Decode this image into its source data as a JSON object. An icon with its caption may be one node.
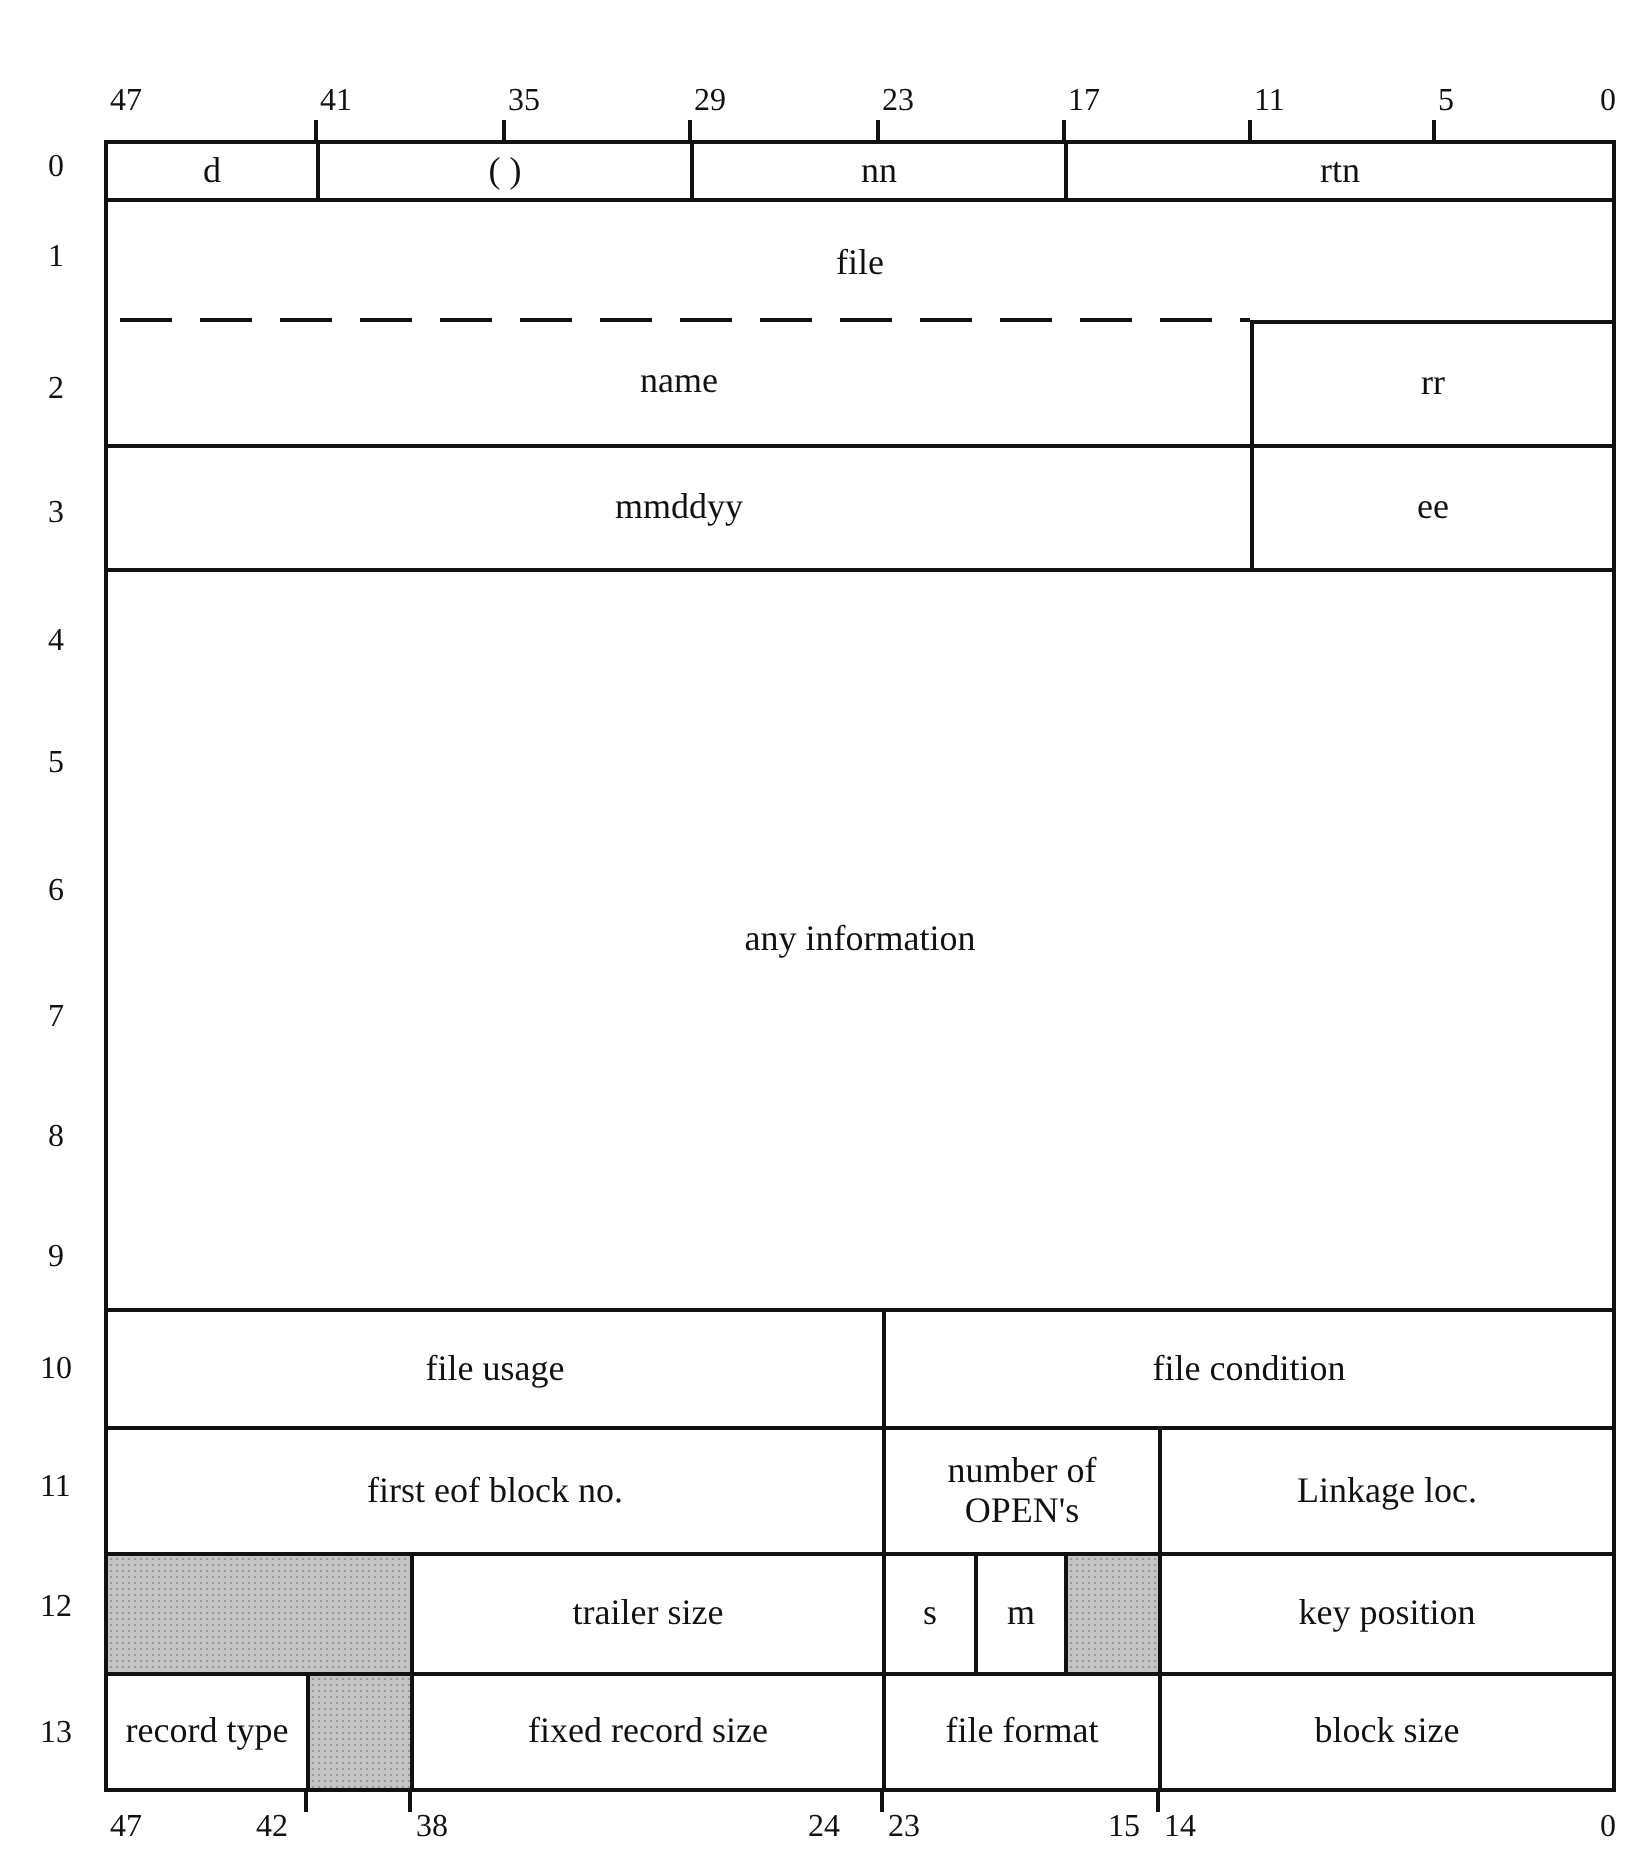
{
  "diagram": {
    "nodes": [
      {
        "text": [
          "d"
        ]
      },
      {
        "text": [
          "(   )"
        ]
      },
      {
        "text": [
          "nn"
        ]
      },
      {
        "text": [
          "rtn"
        ]
      },
      {
        "text": [
          "file"
        ]
      },
      {
        "text": [
          "name"
        ]
      },
      {
        "text": [
          "rr"
        ]
      },
      {
        "text": [
          "mmddyy"
        ]
      },
      {
        "text": [
          "ee"
        ]
      },
      {
        "text": [
          "any information"
        ]
      },
      {
        "text": [
          "file usage"
        ]
      },
      {
        "text": [
          "file condition"
        ]
      },
      {
        "text": [
          "first eof block no."
        ]
      },
      {
        "text": [
          "number of OPEN's"
        ]
      },
      {
        "text": [
          "Linkage loc."
        ]
      },
      {
        "text": [],
        "shape": "box"
      },
      {
        "text": [
          "trailer size"
        ]
      },
      {
        "text": [
          "s"
        ]
      },
      {
        "text": [
          "m"
        ]
      },
      {
        "text": [],
        "shape": "box"
      },
      {
        "text": [
          "key position"
        ]
      },
      {
        "text": [
          "record type"
        ]
      },
      {
        "text": [],
        "shape": "box"
      },
      {
        "text": [
          "fixed record size"
        ]
      },
      {
        "text": [
          "file format"
        ]
      },
      {
        "text": [
          "block size"
        ]
      }
    ],
    "labels": [
      "47",
      "41",
      "35",
      "29",
      "23",
      "17",
      "11",
      "5",
      "0",
      "0",
      "1",
      "2",
      "3",
      "4",
      "5",
      "6",
      "7",
      "8",
      "9",
      "10",
      "11",
      "12",
      "13",
      "47",
      "42",
      "38",
      "24",
      "23",
      "15",
      "14",
      "0"
    ]
  }
}
